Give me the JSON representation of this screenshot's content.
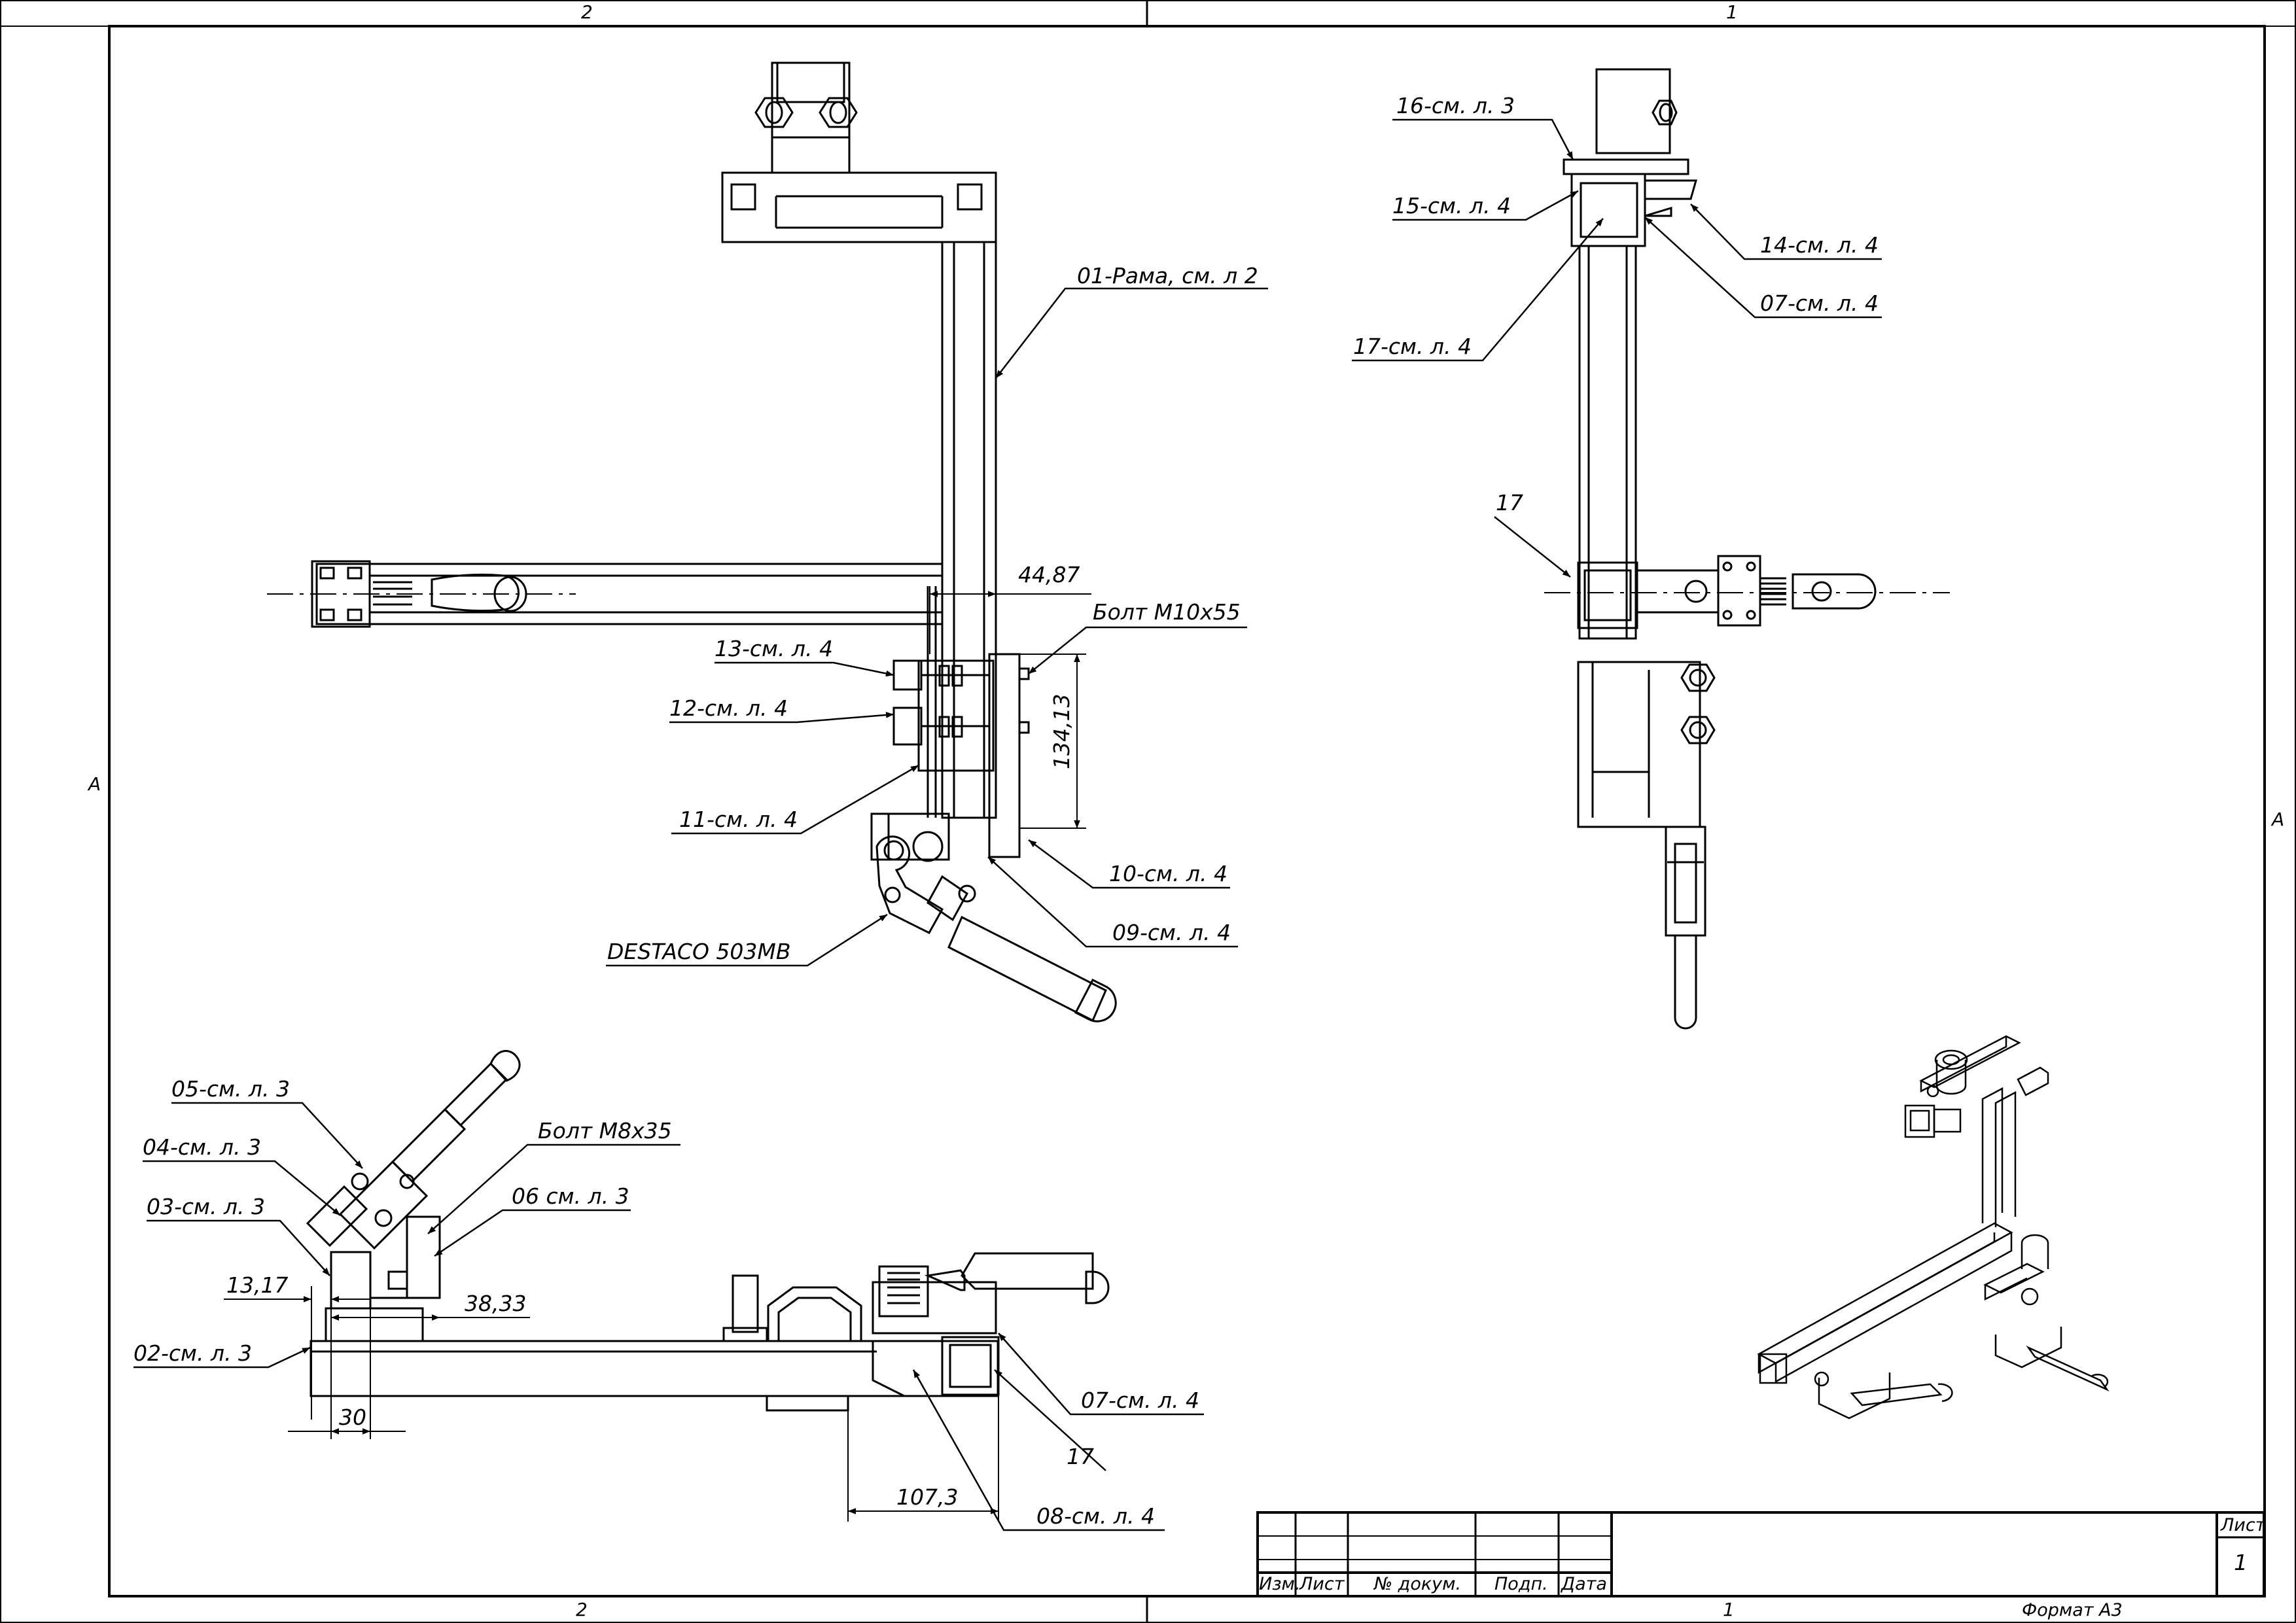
{
  "frame": {
    "zone_top_left": "2",
    "zone_top_right": "1",
    "zone_bottom_left": "2",
    "zone_bottom_right": "1",
    "zone_side_left": "A",
    "zone_side_right": "A"
  },
  "front_view": {
    "callouts": {
      "frame": "01-Рама, см. л 2",
      "bolt_m10": "Болт М10х55",
      "item13": "13-см. л. 4",
      "item12": "12-см. л. 4",
      "item11": "11-см. л. 4",
      "item10": "10-см. л. 4",
      "item09": "09-см. л. 4",
      "destaco": "DESTACO 503MB"
    },
    "dimensions": {
      "d1": "44,87",
      "d2": "134,13"
    }
  },
  "side_view": {
    "callouts": {
      "item16": "16-см. л. 3",
      "item15": "15-см. л. 4",
      "item14": "14-см. л. 4",
      "item07": "07-см. л. 4",
      "item17a": "17-см. л. 4",
      "item17b": "17"
    }
  },
  "top_view": {
    "callouts": {
      "item05": "05-см. л. 3",
      "item04": "04-см. л. 3",
      "item03": "03-см. л. 3",
      "item02": "02-см. л. 3",
      "bolt_m8": "Болт М8х35",
      "item06": "06 см. л. 3",
      "item07": "07-см. л. 4",
      "item17": "17",
      "item08": "08-см. л. 4"
    },
    "dimensions": {
      "d1": "13,17",
      "d2": "38,33",
      "d3": "30",
      "d4": "107,3"
    }
  },
  "title_block": {
    "col_izm": "Изм.",
    "col_list": "Лист",
    "col_doc": "№ докум.",
    "col_sign": "Подп.",
    "col_date": "Дата",
    "sheet_label": "Лист",
    "sheet_number": "1",
    "format": "Формат А3"
  }
}
